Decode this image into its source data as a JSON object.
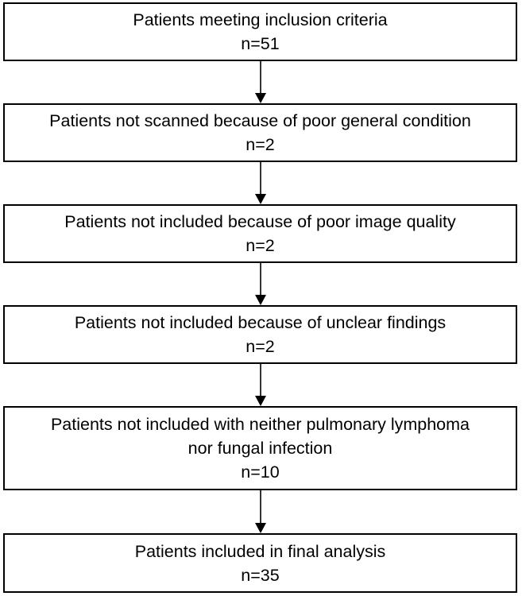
{
  "flow": {
    "steps": [
      {
        "line1": "Patients meeting inclusion criteria",
        "count": "n=51"
      },
      {
        "line1": "Patients not scanned because of poor general condition",
        "count": "n=2"
      },
      {
        "line1": "Patients not included because of poor image quality",
        "count": "n=2"
      },
      {
        "line1": "Patients not included because of unclear findings",
        "count": "n=2"
      },
      {
        "line1": "Patients not included with neither pulmonary lymphoma",
        "line2": "nor fungal infection",
        "count": "n=10"
      },
      {
        "line1": "Patients included in final analysis",
        "count": "n=35"
      }
    ]
  },
  "colors": {
    "stroke": "#000000",
    "background": "#ffffff"
  }
}
